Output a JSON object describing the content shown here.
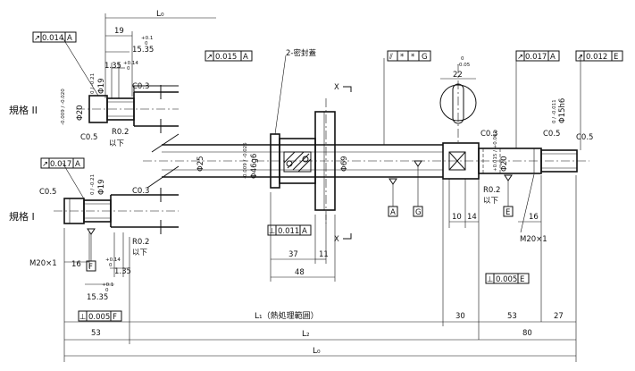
{
  "dims": {
    "L0": "L₀",
    "L1": "L₁（熱処理範囲）",
    "L2": "L₂",
    "d19_top": "19",
    "d15_35": "15.35",
    "tol_0_1_a": "+0.1",
    "tol_0_a": "0",
    "d1_35": "1.35",
    "tol_0_14_a": "+0.14",
    "tol_0_b": "0",
    "d16_left": "16",
    "d1_35_b": "1.35",
    "tol_0_14_b": "+0.14",
    "tol_0_c": "0",
    "d15_35_b": "15.35",
    "tol_0_1_b": "+0.1",
    "tol_0_d": "0",
    "d37": "37",
    "d11": "11",
    "d48": "48",
    "d22": "22",
    "d22_tol_top": "0",
    "d22_tol_bot": "-0.05",
    "d10": "10",
    "d14": "14",
    "d16_right": "16",
    "d53_left": "53",
    "d30": "30",
    "d53_right": "53",
    "d27": "27",
    "d80": "80"
  },
  "diameters": {
    "phi20_upper": "Φ20",
    "phi20_upper_tol": "-0.009 / -0.020",
    "phi19_upper": "Φ19",
    "phi19_upper_tol": "0 / -0.21",
    "phi19_lower": "Φ19",
    "phi19_lower_tol": "0 / -0.21",
    "phi25": "Φ25",
    "phi46g6": "Φ46g6",
    "phi46_tol": "-0.009 / -0.025",
    "phi69": "Φ69",
    "phi20_right": "Φ20",
    "phi20_right_tol": "+0.015 / +0.002",
    "phi15h6": "Φ15h6",
    "phi15_tol": "0 / -0.011"
  },
  "chamfers": {
    "c03_upper": "C0.3",
    "c05_upper": "C0.5",
    "c03_lower": "C0.3",
    "c05_lower": "C0.5",
    "c03_right": "C0.3",
    "c05_right_a": "C0.5",
    "c05_right_b": "C0.5"
  },
  "radii": {
    "r02_upper": "R0.2",
    "r02_upper_sub": "以下",
    "r02_lower": "R0.2",
    "r02_lower_sub": "以下",
    "r02_right": "R0.2",
    "r02_right_sub": "以下"
  },
  "threads": {
    "m20_left": "M20×1",
    "m20_right": "M20×1"
  },
  "tolerance_frames": {
    "tf_upper_left": {
      "sym": "↗",
      "val": "0.014",
      "ref": "A"
    },
    "tf_lower_left": {
      "sym": "↗",
      "val": "0.017",
      "ref": "A"
    },
    "tf_nut": {
      "sym": "↗",
      "val": "0.015",
      "ref": "A"
    },
    "tf_screw": {
      "sym": "⫽",
      "val": "*",
      "ref": "*",
      "ref2": "G"
    },
    "tf_right1": {
      "sym": "↗",
      "val": "0.017",
      "ref": "A"
    },
    "tf_right2": {
      "sym": "↗",
      "val": "0.012",
      "ref": "E"
    },
    "tf_perp_nut": {
      "sym": "⊥",
      "val": "0.011",
      "ref": "A"
    },
    "tf_perp_right": {
      "sym": "⊥",
      "val": "0.005",
      "ref": "E"
    },
    "tf_perp_left": {
      "sym": "⊥",
      "val": "0.005",
      "ref": "F"
    }
  },
  "datums": {
    "A": "A",
    "G": "G",
    "E": "E",
    "F": "F"
  },
  "labels": {
    "spec2": "規格 II",
    "spec1": "規格 I",
    "seal": "2-密封蓋",
    "section_x": "X",
    "section_x2": "X"
  }
}
